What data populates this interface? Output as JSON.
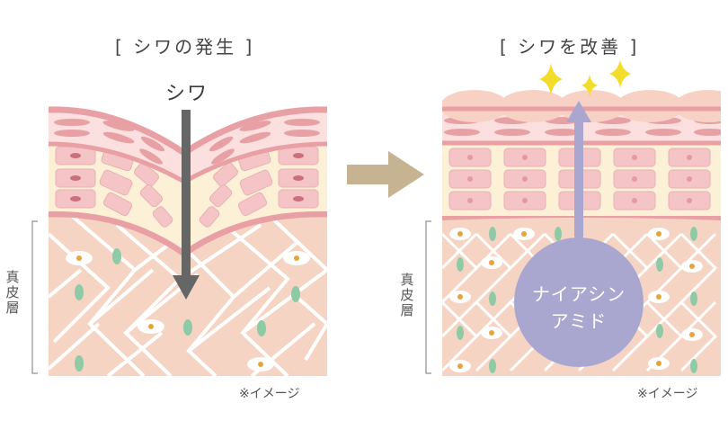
{
  "left_panel": {
    "title": "[ シワの発生 ]",
    "crease_label": "シワ",
    "dermis_label": "真皮層",
    "note": "※イメージ"
  },
  "right_panel": {
    "title": "[ シワを改善 ]",
    "ingredient_line1": "ナイアシン",
    "ingredient_line2": "アミド",
    "dermis_label": "真皮層",
    "note": "※イメージ"
  },
  "colors": {
    "dermis": "#f6d4c3",
    "fiber": "#ffffff",
    "epidermis_band": "#e9a0a5",
    "epidermis_light": "#fbe0df",
    "cell_layer": "#fcf1d6",
    "cell": "#f4c4c6",
    "elastin": "#8fcaa6",
    "fibroblast_core": "#e6a53c",
    "arrow_down": "#666666",
    "arrow_right": "#c6b392",
    "ingredient": "#a9a7cf",
    "sparkle": "#f3dc2a"
  }
}
